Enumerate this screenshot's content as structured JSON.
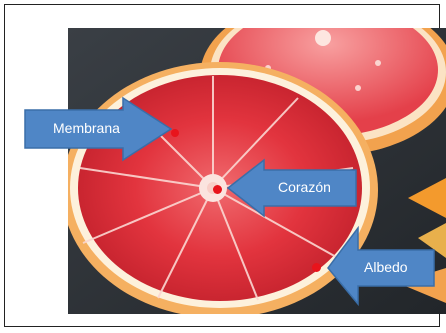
{
  "colors": {
    "callout_fill": "#4f86c6",
    "callout_stroke": "#3a6ea8",
    "marker": "#e8141c",
    "flesh": "#e23a45",
    "rind": "#f4a14a",
    "background": "#2b2f33"
  },
  "callouts": {
    "membrana": {
      "label": "Membrana"
    },
    "corazon": {
      "label": "Corazón"
    },
    "albedo": {
      "label": "Albedo"
    }
  }
}
